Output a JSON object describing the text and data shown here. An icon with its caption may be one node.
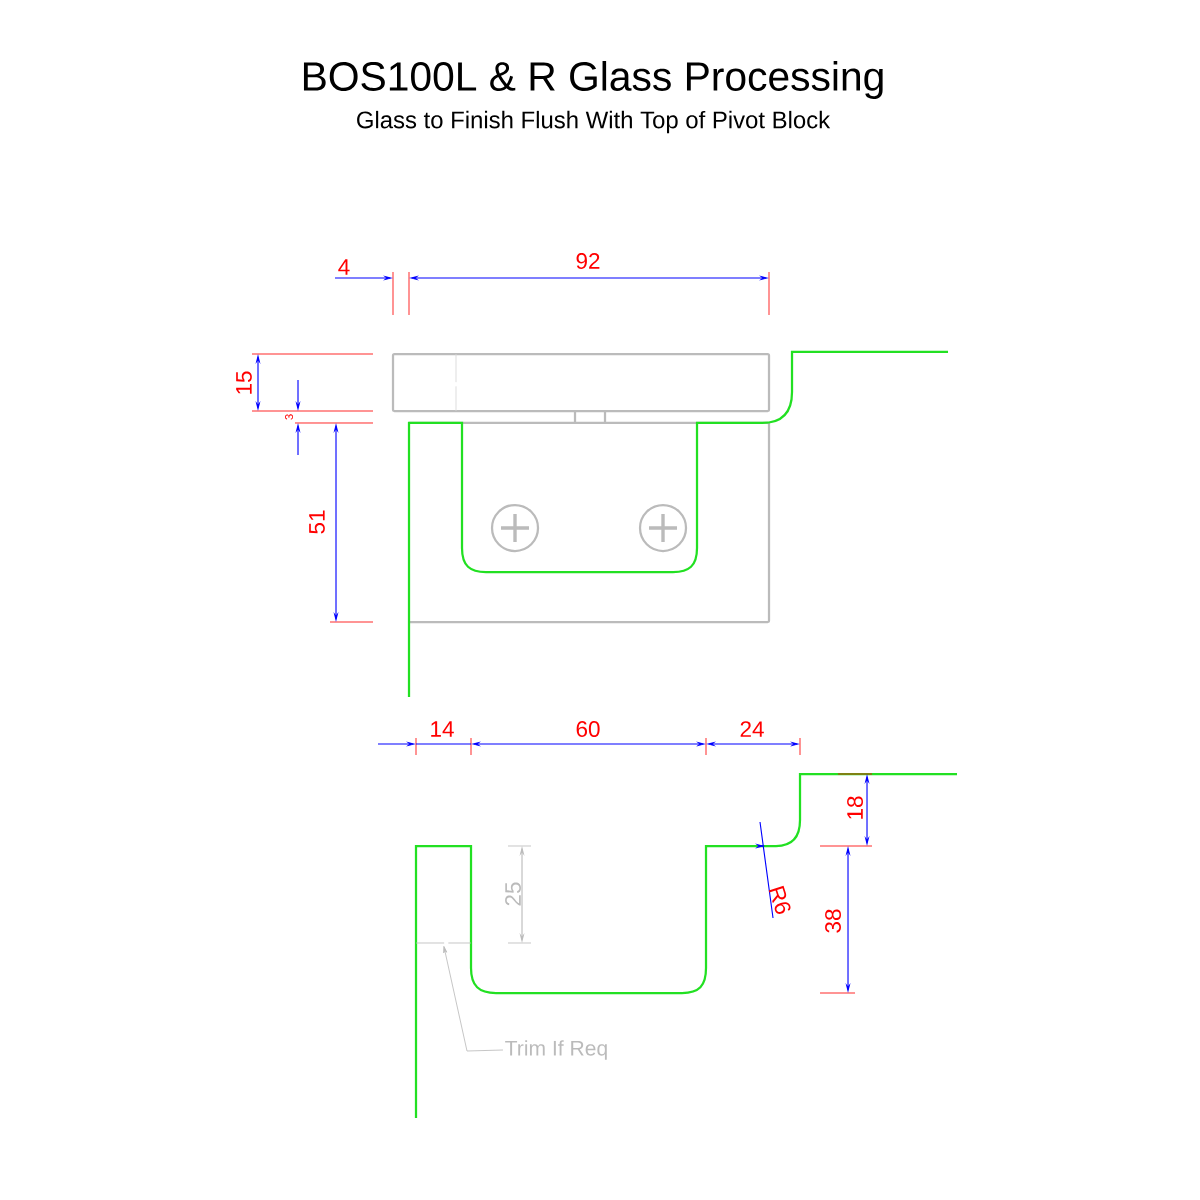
{
  "diagram": {
    "title": "BOS100L & R Glass Processing",
    "nodes": [
      {
        "text": [
          "Trim If Req"
        ]
      },
      {
        "text": [],
        "shape": "line"
      }
    ],
    "edges": [
      {
        "from": 0,
        "to": 1,
        "arrow": "to"
      }
    ],
    "labels": [
      "Glass to Finish Flush With Top of Pivot Block",
      "4",
      "92",
      "15",
      "3",
      "51",
      "14",
      "60",
      "24",
      "18",
      "25",
      "R6",
      "38"
    ]
  }
}
